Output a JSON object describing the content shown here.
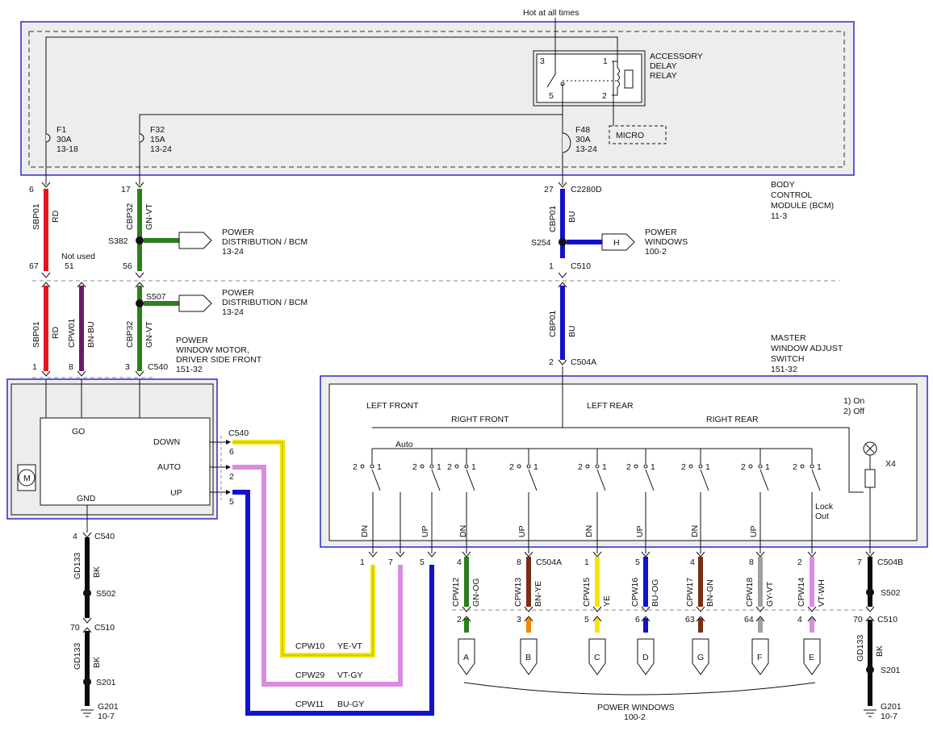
{
  "header": {
    "hot_label": "Hot at all times"
  },
  "bcm": {
    "label": [
      "BODY",
      "CONTROL",
      "MODULE (BCM)",
      "11-3"
    ],
    "relay": [
      "ACCESSORY",
      "DELAY",
      "RELAY"
    ],
    "relay_pins": [
      "3",
      "1",
      "5",
      "2"
    ],
    "micro": "MICRO",
    "fuses": [
      {
        "name": "F1",
        "rating": "30A",
        "ref": "13-18"
      },
      {
        "name": "F32",
        "rating": "15A",
        "ref": "13-24"
      },
      {
        "name": "F48",
        "rating": "30A",
        "ref": "13-24"
      }
    ]
  },
  "driver_motor": {
    "label": [
      "POWER",
      "WINDOW MOTOR,",
      "DRIVER SIDE FRONT",
      "151-32"
    ],
    "connector": "C540",
    "terminals": [
      "GO",
      "DOWN",
      "AUTO",
      "UP",
      "GND"
    ],
    "not_used": "Not used"
  },
  "master_switch": {
    "label": [
      "MASTER",
      "WINDOW ADJUST",
      "SWITCH",
      "151-32"
    ],
    "sections": [
      "LEFT FRONT",
      "RIGHT FRONT",
      "LEFT REAR",
      "RIGHT REAR"
    ],
    "modes": [
      "1) On",
      "2) Off"
    ],
    "auto": "Auto",
    "lock": [
      "Lock",
      "Out"
    ],
    "lamp": "X4",
    "dirs": [
      "DN",
      "UP",
      "DN",
      "UP",
      "DN",
      "UP",
      "DN",
      "UP"
    ]
  },
  "splices": {
    "s382": "S382",
    "s507": "S507",
    "s254": "S254",
    "s502a": "S502",
    "s201a": "S201",
    "s502b": "S502",
    "s201b": "S201"
  },
  "connectors": {
    "c2280d": "C2280D",
    "c510": "C510",
    "c504a": "C504A",
    "c540": "C540",
    "c504b": "C504B",
    "c510b": "C510"
  },
  "grounds": {
    "left": {
      "name": "G201",
      "ref": "10-7"
    },
    "right": {
      "name": "G201",
      "ref": "10-7"
    }
  },
  "offpage": {
    "power_dist_1": [
      "POWER",
      "DISTRIBUTION / BCM",
      "13-24"
    ],
    "power_dist_2": [
      "POWER",
      "DISTRIBUTION / BCM",
      "13-24"
    ],
    "power_windows_h": [
      "POWER",
      "WINDOWS",
      "100-2"
    ],
    "power_windows_bottom": [
      "POWER WINDOWS",
      "100-2"
    ],
    "letters": [
      "H",
      "A",
      "B",
      "C",
      "D",
      "G",
      "F",
      "E"
    ]
  },
  "pins": {
    "p6": "6",
    "p17": "17",
    "p27": "27",
    "p67": "67",
    "p51": "51",
    "p56": "56",
    "p1": "1",
    "p1b": "1",
    "p8": "8",
    "p3": "3",
    "p2": "2",
    "m6": "6",
    "m2": "2",
    "m5": "5",
    "g4": "4",
    "g70": "70",
    "g7": "7",
    "g70b": "70",
    "b1": "1",
    "b7": "7",
    "b5": "5",
    "o4": "4",
    "o8": "8",
    "o1": "1",
    "o5": "5",
    "o4b": "4",
    "o8b": "8",
    "o2": "2",
    "l2": "2",
    "l3": "3",
    "l5": "5",
    "l6": "6",
    "l63": "63",
    "l64": "64",
    "l4": "4"
  },
  "wires": {
    "sbp01_top": {
      "circuit": "SBP01",
      "color": "RD"
    },
    "cbp32_top": {
      "circuit": "CBP32",
      "color": "GN-VT"
    },
    "cbp01_top": {
      "circuit": "CBP01",
      "color": "BU"
    },
    "sbp01_low": {
      "circuit": "SBP01",
      "color": "RD"
    },
    "cpw01": {
      "circuit": "CPW01",
      "color": "BN-BU"
    },
    "cbp32_low": {
      "circuit": "CBP32",
      "color": "GN-VT"
    },
    "cbp01_low": {
      "circuit": "CBP01",
      "color": "BU"
    },
    "gd133_a": {
      "circuit": "GD133",
      "color": "BK"
    },
    "gd133_b": {
      "circuit": "GD133",
      "color": "BK"
    },
    "gd133_c": {
      "circuit": "GD133",
      "color": "BK"
    },
    "gd133_d": {
      "circuit": "GD133",
      "color": "BK"
    },
    "cpw10": {
      "circuit": "CPW10",
      "color": "YE-VT"
    },
    "cpw29": {
      "circuit": "CPW29",
      "color": "VT-GY"
    },
    "cpw11": {
      "circuit": "CPW11",
      "color": "BU-GY"
    },
    "cpw12": {
      "circuit": "CPW12",
      "color": "GN-OG"
    },
    "cpw13": {
      "circuit": "CPW13",
      "color": "BN-YE"
    },
    "cpw15": {
      "circuit": "CPW15",
      "color": "YE"
    },
    "cpw16": {
      "circuit": "CPW16",
      "color": "BU-OG"
    },
    "cpw17": {
      "circuit": "CPW17",
      "color": "BN-GN"
    },
    "cpw18": {
      "circuit": "CPW18",
      "color": "GY-VT"
    },
    "cpw14": {
      "circuit": "CPW14",
      "color": "VT-WH"
    }
  },
  "colors": {
    "red": "#e8141c",
    "green": "#2e7d1e",
    "blue": "#1212c8",
    "purple": "#6b1a6b",
    "black": "#0a0a0a",
    "yellow": "#f2e600",
    "violet": "#d98be0",
    "orange": "#f08a00",
    "brown": "#7a2e12",
    "grey": "#a0a0a0",
    "module_border": "#2a2ac8"
  }
}
